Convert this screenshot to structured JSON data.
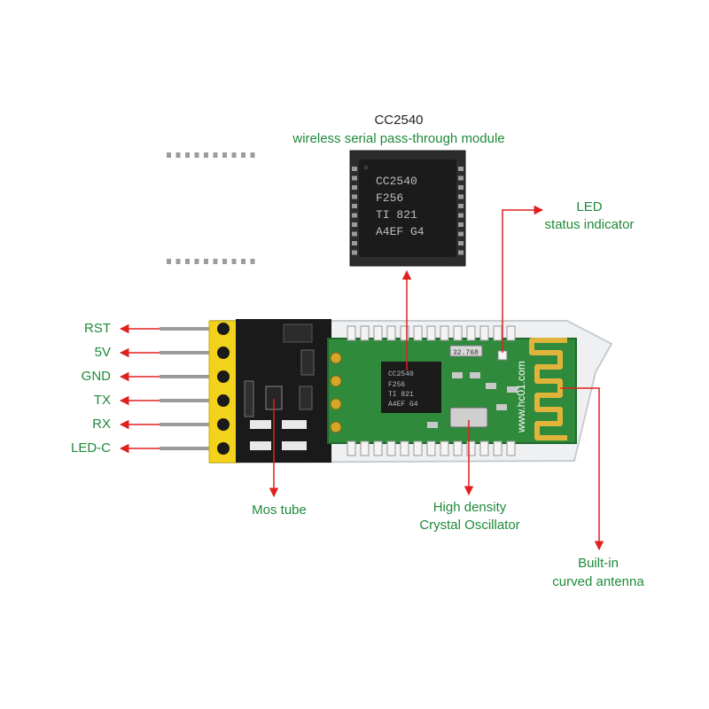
{
  "chip_callout": {
    "title": "CC2540",
    "subtitle": "wireless serial pass-through module",
    "marking": [
      "CC2540",
      "F256",
      "TI 821",
      "A4EF G4"
    ]
  },
  "led_callout": {
    "line1": "LED",
    "line2": "status indicator"
  },
  "pins": [
    {
      "label": "RST"
    },
    {
      "label": "5V"
    },
    {
      "label": "GND"
    },
    {
      "label": "TX"
    },
    {
      "label": "RX"
    },
    {
      "label": "LED-C"
    }
  ],
  "mos_callout": {
    "label": "Mos tube"
  },
  "crystal_callout": {
    "line1": "High density",
    "line2": "Crystal Oscillator"
  },
  "antenna_callout": {
    "line1": "Built-in",
    "line2": "curved antenna"
  },
  "board_text": {
    "url": "www.hc01.com",
    "crystal_mark": "32.768"
  },
  "colors": {
    "label_green": "#1f8a3a",
    "arrow_red": "#e02020",
    "pcb_green": "#2f8a3c",
    "chip_black": "#1b1b1b",
    "header_yellow": "#f3d21c"
  }
}
